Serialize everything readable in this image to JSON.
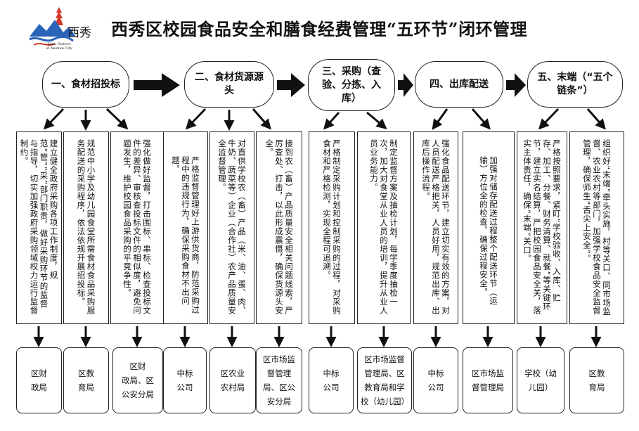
{
  "logo": {
    "brand": "西秀",
    "sub_line1": "Xixiu District",
    "sub_line2": "of Anshun City"
  },
  "title": "西秀区校园食品安全和膳食经费管理“五环节”闭环管理",
  "stages": [
    "一、食材招投标",
    "二、食材货源源头",
    "三、采购（查验、分拣、入库）",
    "四、出库配送",
    "五、末端（“五个链条”）"
  ],
  "descriptions": [
    "建立健全政府采购各项工作制度，规范“管”“采”部门职责，做好采购环节的监督与指导，切实加强政府采购领域权力运行监督制约。",
    "规范中小学及幼儿园食堂所需食材食品采购服务配送的采购程序，依法依规开展招投标。",
    "强化做好监督，打击围标、串标、检查投标文件的差异、审核查投标文件的相似度，避免问题发生，维护校园食品采购的平竞争性。",
    "严格监督管理好上游供货商，防范采购过程中的违规行为，确保采购食材不出问题。",
    "对直供学校农（畜）产品（米、油、蛋、肉、牛奶、蔬菜等）企业（合作社）农产品质量安全监督管理。",
    "接到农（畜）产品质量安全相关问题线索，严厉查处、打击，以此形成震慑，确保货源头安全。",
    "严格制定采购计划和控制采购的过程，对采购食材和严格检测，实现全程可追溯。",
    "制定监督方案及抽检计划，每学季度抽检一次，加大对食堂从业人员的培训，提升从业人员业务能力。",
    "强化食品配送环节，建立切实有效的方案，对人员配送严格把关，人员好用，规范出库、出库后操作流程。",
    "加强对储存配送过程整个配送环节（运输）方位全的检查，确保过程安全。",
    "严格按照要求，紧盯“学校验收、入库、贮存、加工、分餐、财务清算、就餐”等关键环节，建立实名结算，严把校园食品安全关，落实主体责任，确保“末端”关口。",
    "组织好“末端”牵头实施，村等关口、同市场监督、农业农村等部门，加强学校食品安全监督管理，确保师生“舌尖上安全”。"
  ],
  "agencies": [
    [
      "区财",
      "政局"
    ],
    [
      "区教",
      "育局"
    ],
    [
      "区财",
      "政局、区",
      "公安分局"
    ],
    [
      "中标",
      "公司"
    ],
    [
      "区农业",
      "农村局"
    ],
    [
      "区市场监",
      "督管理",
      "局、区公",
      "安分局"
    ],
    [
      "中标",
      "公司"
    ],
    [
      "区市场监督",
      "管理局、区",
      "教育局和学",
      "校（幼儿园）"
    ],
    [
      "中标",
      "公司"
    ],
    [
      "区市场监",
      "督管理局"
    ],
    [
      "学校（幼",
      "儿园）"
    ],
    [
      "区教",
      "育局"
    ]
  ],
  "colors": {
    "border": "#222222",
    "arrow": "#111111",
    "logo_blue": "#2a64b8",
    "logo_red": "#d23a2a"
  }
}
